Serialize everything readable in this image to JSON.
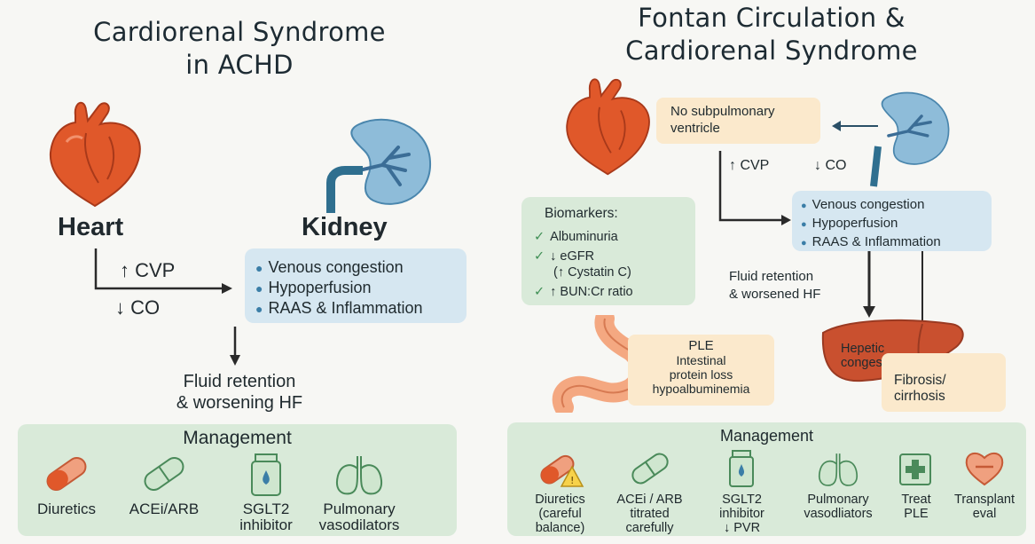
{
  "left": {
    "title_line1": "Cardiorenal Syndrome",
    "title_line2": "in ACHD",
    "heart_label": "Heart",
    "kidney_label": "Kidney",
    "cvp": "↑ CVP",
    "co": "↓ CO",
    "mechanisms": [
      "Venous congestion",
      "Hypoperfusion",
      "RAAS & Inflammation"
    ],
    "fluid_line1": "Fluid retention",
    "fluid_line2": "& worsening HF",
    "management_title": "Management",
    "management": [
      {
        "label": "Diuretics",
        "icon": "pill-icon"
      },
      {
        "label": "ACEi/ARB",
        "icon": "capsule-icon"
      },
      {
        "label_line1": "SGLT2",
        "label_line2": "inhibitor",
        "icon": "medicine-bottle-icon"
      },
      {
        "label_line1": "Pulmonary",
        "label_line2": "vasodilators",
        "icon": "lungs-icon"
      }
    ]
  },
  "right": {
    "title_line1": "Fontan Circulation &",
    "title_line2": "Cardiorenal Syndrome",
    "no_subpulm_line1": "No subpulmonary",
    "no_subpulm_line2": "ventricle",
    "cvp": "↑ CVP",
    "co": "↓ CO",
    "mechanisms": [
      "Venous congestion",
      "Hypoperfusion",
      "RAAS & Inflammation"
    ],
    "biomarkers_title": "Biomarkers:",
    "biomarkers": [
      {
        "line1": "Albuminuria"
      },
      {
        "line1": "↓ eGFR",
        "line2": "(↑ Cystatin C)"
      },
      {
        "line1": "↑ BUN:Cr ratio"
      }
    ],
    "fluid_line1": "Fluid retention",
    "fluid_line2": "& worsened HF",
    "ple_title": "PLE",
    "ple_line1": "Intestinal",
    "ple_line2": "protein loss",
    "ple_line3": "hypoalbuminemia",
    "hepatic_line1": "Hepetic",
    "hepatic_line2": "congession",
    "fibrosis_line1": "Fibrosis/",
    "fibrosis_line2": "cirrhosis",
    "management_title": "Management",
    "management": [
      {
        "line1": "Diuretics",
        "line2": "(careful",
        "line3": "balance)",
        "icon": "pill-warning-icon"
      },
      {
        "line1": "ACEi / ARB",
        "line2": "titrated",
        "line3": "carefully",
        "icon": "capsule-icon"
      },
      {
        "line1": "SGLT2",
        "line2": "inhibitor",
        "line3": "↓ PVR",
        "icon": "medicine-bottle-icon"
      },
      {
        "line1": "Pulmonary",
        "line2": "vasodliators",
        "icon": "lungs-icon"
      },
      {
        "line1": "Treat",
        "line2": "PLE",
        "icon": "medical-kit-icon"
      },
      {
        "line1": "Transplant",
        "line2": "eval",
        "icon": "heart-transplant-icon"
      }
    ]
  },
  "colors": {
    "heart": "#e0582a",
    "kidney": "#8ebcd9",
    "blue_box": "#d6e7f1",
    "green_box": "#d9ead9",
    "cream_box": "#fbe9cc",
    "liver": "#c9502f"
  }
}
